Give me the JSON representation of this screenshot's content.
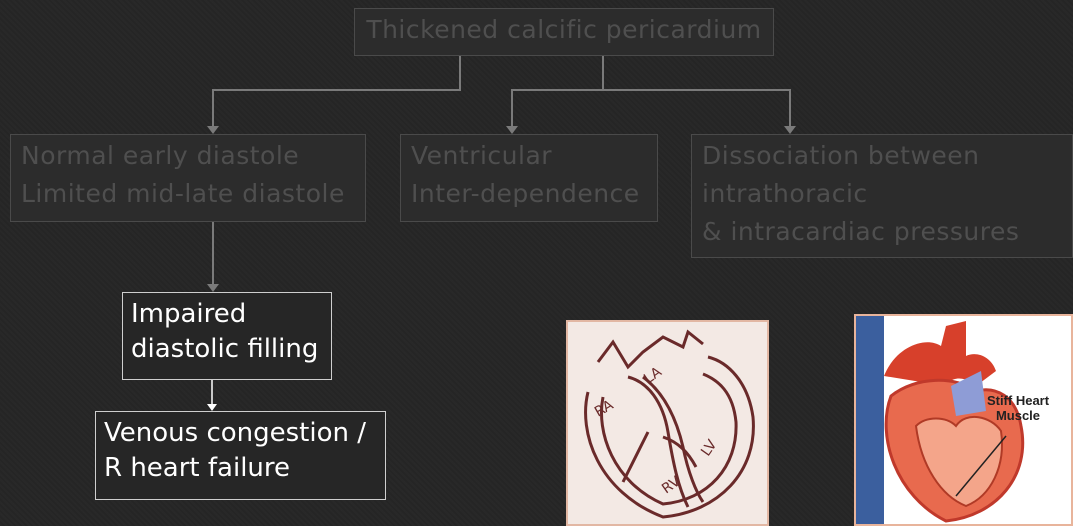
{
  "top_node": {
    "label": "Thickened calcific pericardium"
  },
  "effects": [
    {
      "lines": [
        "Normal early diastole",
        "Limited mid-late diastole"
      ]
    },
    {
      "lines": [
        "Ventricular",
        "Inter-dependence"
      ]
    },
    {
      "lines": [
        "Dissociation between",
        "intrathoracic",
        "& intracardiac pressures"
      ]
    }
  ],
  "impaired_node": {
    "lines": [
      "Impaired",
      "diastolic filling"
    ]
  },
  "venous_node": {
    "lines": [
      "Venous congestion /",
      "R heart failure"
    ]
  },
  "heart_diagram_1": {
    "labels": [
      "RA",
      "LA",
      "LV",
      "RV"
    ]
  },
  "heart_diagram_2": {
    "label_lines": [
      "Stiff Heart",
      "Muscle"
    ]
  },
  "colors": {
    "background": "#262626",
    "faded_text": "#4f4f4f",
    "highlight_text": "#ffffff",
    "connector": "#7a7a7a"
  }
}
